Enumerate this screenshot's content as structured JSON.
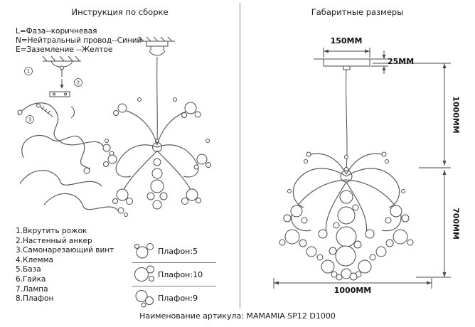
{
  "page": {
    "footer": "Наименование артикула: MAMAMIA SP12 D1000"
  },
  "left_panel": {
    "title": "Инструкция по сборке",
    "wiring": [
      "L=Фаза--коричневая",
      "N=Нейтральный провод--Синий",
      "E=Заземление --Желтое"
    ],
    "callouts": [
      "1",
      "2",
      "3"
    ],
    "steps": [
      "1.Вкрутить рожок",
      "2.Настенный анкер",
      "3.Самонарезающий винт",
      "4.Клемма",
      "5.База",
      "6.Гайка",
      "7.Лампа",
      "8.Плафон"
    ],
    "legend": [
      {
        "label": "Плафон:5"
      },
      {
        "label": "Плафон:10"
      },
      {
        "label": "Плафон:9"
      }
    ]
  },
  "right_panel": {
    "title": "Габаритные размеры",
    "dimensions": {
      "canopy_width": "150MM",
      "canopy_height": "25MM",
      "suspension_height": "1000MM",
      "body_height": "700MM",
      "body_width": "1000MM"
    }
  }
}
